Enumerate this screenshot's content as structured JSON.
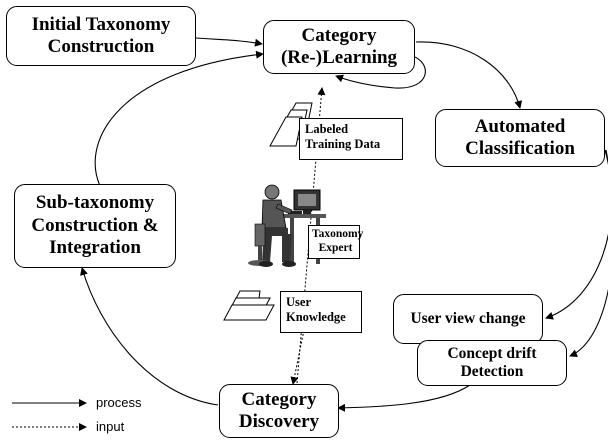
{
  "nodes": {
    "initial_taxonomy": "Initial Taxonomy\nConstruction",
    "category_learning": "Category\n(Re-)Learning",
    "automated_classification": "Automated\nClassification",
    "sub_taxonomy": "Sub-taxonomy\nConstruction &\nIntegration",
    "user_view_change": "User view change",
    "concept_drift": "Concept drift\nDetection",
    "category_discovery": "Category\nDiscovery"
  },
  "notes": {
    "labeled_training_data": "Labeled\nTraining Data",
    "taxonomy_expert": "Taxonomy\nExpert",
    "user_knowledge": "User\nKnowledge"
  },
  "legend": {
    "process": "process",
    "input": "input"
  },
  "icons": {
    "expert": "person-at-computer-icon",
    "documents": "document-stack-icon"
  },
  "colors": {
    "stroke": "#000000",
    "background": "#ffffff"
  }
}
